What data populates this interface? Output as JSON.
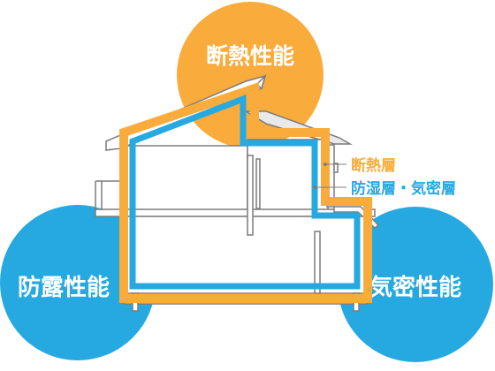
{
  "labels": {
    "top_circle": "断熱性能",
    "left_circle": "防露性能",
    "right_circle": "気密性能",
    "legend_insulation": "断熱層",
    "legend_airtight": "防湿層・気密層"
  },
  "colors": {
    "insulation_orange": "#f9ac3c",
    "airtight_blue": "#25a9e0",
    "house_line": "#7c7c7c",
    "house_fill": "#ffffff",
    "roof_shade": "#e9e9e9"
  }
}
